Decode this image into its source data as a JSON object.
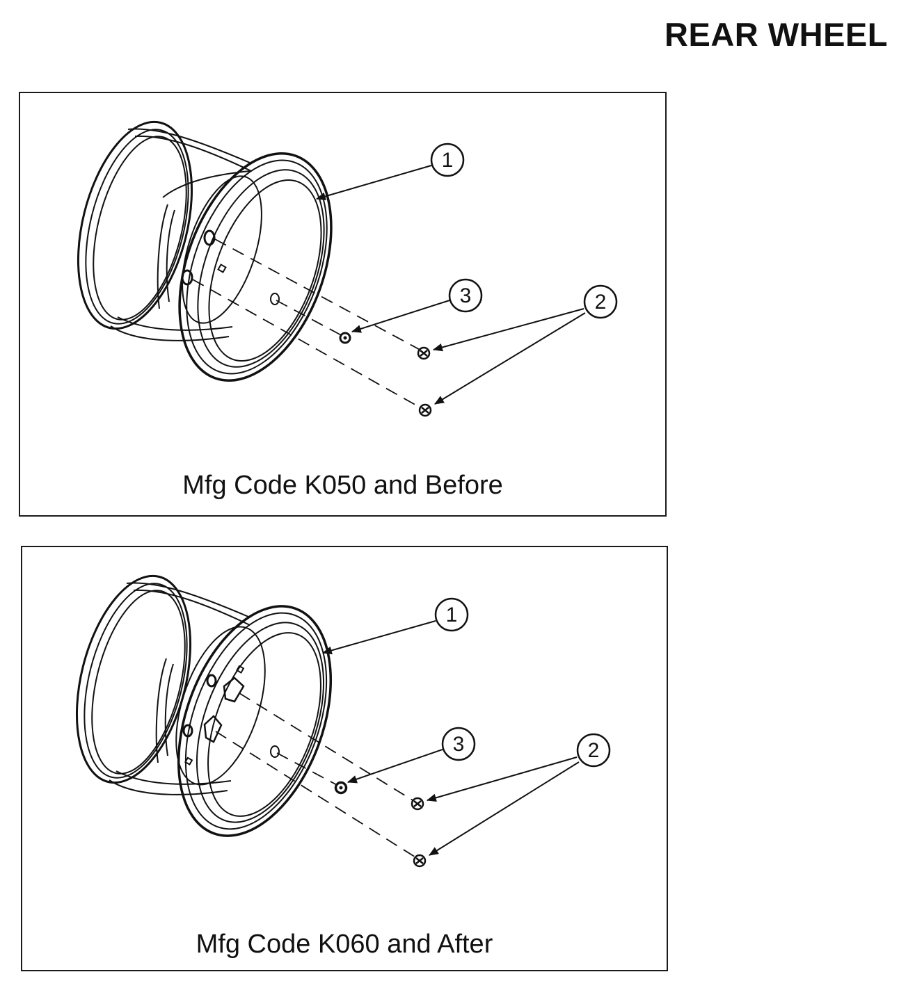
{
  "page": {
    "title": "REAR WHEEL"
  },
  "panels": [
    {
      "caption": "Mfg Code K050 and Before",
      "callouts": {
        "rim": "1",
        "valve_stem": "3",
        "nuts": "2"
      }
    },
    {
      "caption": "Mfg Code K060 and After",
      "callouts": {
        "rim": "1",
        "valve_stem": "3",
        "nuts": "2"
      }
    }
  ],
  "colors": {
    "ink": "#111111",
    "paper": "#ffffff"
  },
  "icons": [
    "wheel-rim-drawing",
    "valve-stem-icon",
    "wheel-nut-icon",
    "leader-arrow-icon"
  ]
}
